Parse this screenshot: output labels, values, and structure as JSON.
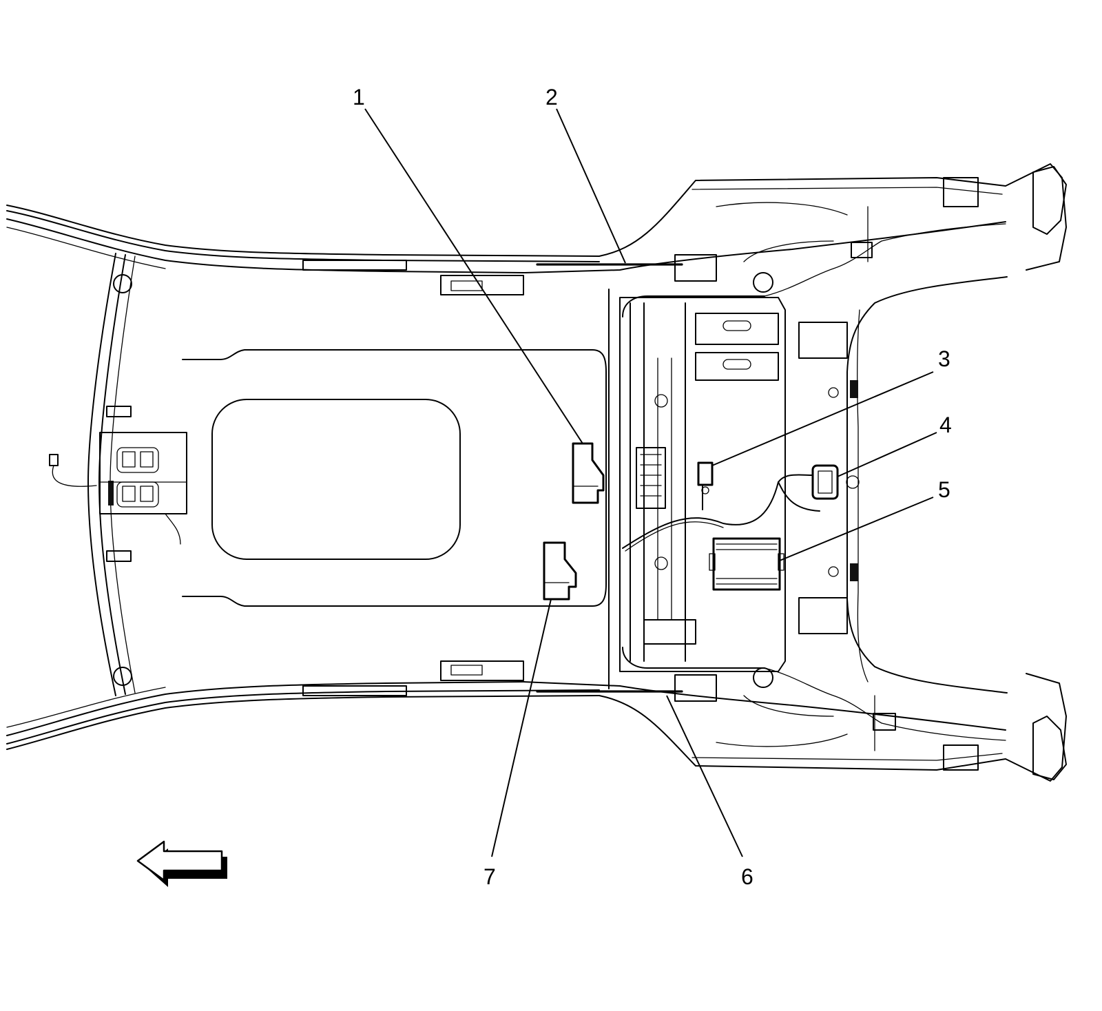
{
  "callouts": [
    {
      "id": "1",
      "label": "1"
    },
    {
      "id": "2",
      "label": "2"
    },
    {
      "id": "3",
      "label": "3"
    },
    {
      "id": "4",
      "label": "4"
    },
    {
      "id": "5",
      "label": "5"
    },
    {
      "id": "6",
      "label": "6"
    },
    {
      "id": "7",
      "label": "7"
    }
  ],
  "icons": {
    "direction_arrow": "arrow-left-icon"
  }
}
